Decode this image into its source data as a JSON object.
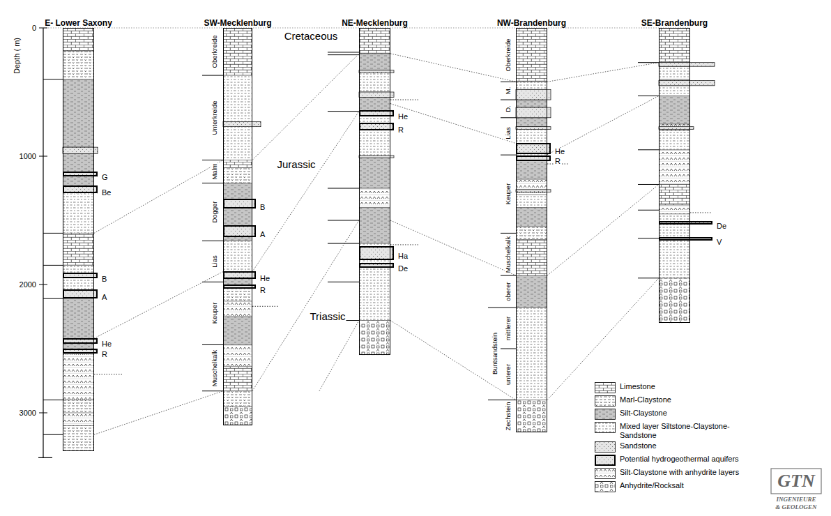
{
  "diagram": {
    "nodes": [
      {
        "text": [
          "E- Lower Saxony"
        ]
      },
      {
        "text": [
          "SW-Mecklenburg"
        ]
      },
      {
        "text": [
          "NE-Mecklenburg"
        ]
      },
      {
        "text": [
          "NW-Brandenburg"
        ]
      },
      {
        "text": [
          "SE-Brandenburg"
        ]
      },
      {
        "text": [
          "G"
        ],
        "in": 0
      },
      {
        "text": [
          "Be"
        ],
        "in": 0
      },
      {
        "text": [
          "B"
        ],
        "in": 0
      },
      {
        "text": [
          "A"
        ],
        "in": 0
      },
      {
        "text": [
          "He"
        ],
        "in": 0
      },
      {
        "text": [
          "R"
        ],
        "in": 0
      },
      {
        "text": [
          "B"
        ],
        "in": 1
      },
      {
        "text": [
          "A"
        ],
        "in": 1
      },
      {
        "text": [
          "He"
        ],
        "in": 1
      },
      {
        "text": [
          "R"
        ],
        "in": 1
      },
      {
        "text": [
          "He"
        ],
        "in": 2
      },
      {
        "text": [
          "R"
        ],
        "in": 2
      },
      {
        "text": [
          "Ha"
        ],
        "in": 2
      },
      {
        "text": [
          "De"
        ],
        "in": 2
      },
      {
        "text": [
          "He"
        ],
        "in": 3
      },
      {
        "text": [
          "R"
        ],
        "in": 3
      },
      {
        "text": [
          "De"
        ],
        "in": 4
      },
      {
        "text": [
          "V"
        ],
        "in": 4
      }
    ],
    "edges": [
      {
        "from": 0,
        "to": 1,
        "arrow": "none"
      },
      {
        "from": 0,
        "to": 1,
        "arrow": "none"
      },
      {
        "from": 0,
        "to": 1,
        "arrow": "none"
      },
      {
        "from": 1,
        "to": 2,
        "arrow": "none"
      },
      {
        "from": 1,
        "to": 2,
        "arrow": "none"
      },
      {
        "from": 1,
        "to": 2,
        "arrow": "none"
      },
      {
        "from": 2,
        "to": 3,
        "arrow": "none"
      },
      {
        "from": 2,
        "to": 3,
        "arrow": "none"
      },
      {
        "from": 2,
        "to": 3,
        "arrow": "none"
      },
      {
        "from": 2,
        "to": 3,
        "arrow": "none"
      },
      {
        "from": 3,
        "to": 4,
        "arrow": "none"
      },
      {
        "from": 3,
        "to": 4,
        "arrow": "none"
      },
      {
        "from": 3,
        "to": 4,
        "arrow": "none"
      },
      {
        "from": 3,
        "to": 4,
        "arrow": "none"
      }
    ],
    "labels": [
      "Depth ( m)",
      "0",
      "1000",
      "2000",
      "3000",
      "Cretaceous",
      "Jurassic",
      "Triassic",
      "Oberkreide",
      "Unterkreide",
      "Malm",
      "Dogger",
      "Lias",
      "Keuper",
      "Muschelkalk",
      "Oberkreide",
      "M.",
      "D.",
      "Lias",
      "Keuper",
      "Muschelkalk",
      "oberer",
      "mittlerer",
      "Buntsandstein",
      "unterer",
      "Zechstein",
      "GTN",
      "INGENIEURE",
      "& GEOLOGEN"
    ],
    "legend": [
      {
        "text": "Limestone"
      },
      {
        "text": "Marl-Claystone"
      },
      {
        "text": "Silt-Claystone"
      },
      {
        "text": "Mixed layer Siltstone-Claystone-Sandstone"
      },
      {
        "text": "Sandstone"
      },
      {
        "text": "Potential hydrogeothermal aquifers"
      },
      {
        "text": "Silt-Claystone with anhydrite layers"
      },
      {
        "text": "Anhydrite/Rocksalt"
      }
    ]
  }
}
